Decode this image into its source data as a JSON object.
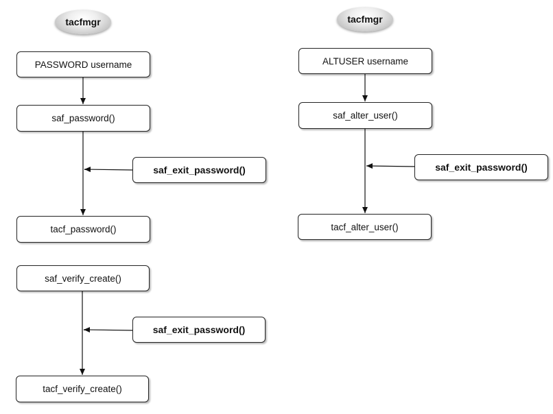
{
  "left": {
    "title": "tacfmgr",
    "command": "PASSWORD username",
    "saf_password": "saf_password()",
    "exit_1": "saf_exit_password()",
    "tacf_password": "tacf_password()",
    "saf_verify_create": "saf_verify_create()",
    "exit_2": "saf_exit_password()",
    "tacf_verify_create": "tacf_verify_create()"
  },
  "right": {
    "title": "tacfmgr",
    "command": "ALTUSER username",
    "saf_alter_user": "saf_alter_user()",
    "exit": "saf_exit_password()",
    "tacf_alter_user": "tacf_alter_user()"
  }
}
